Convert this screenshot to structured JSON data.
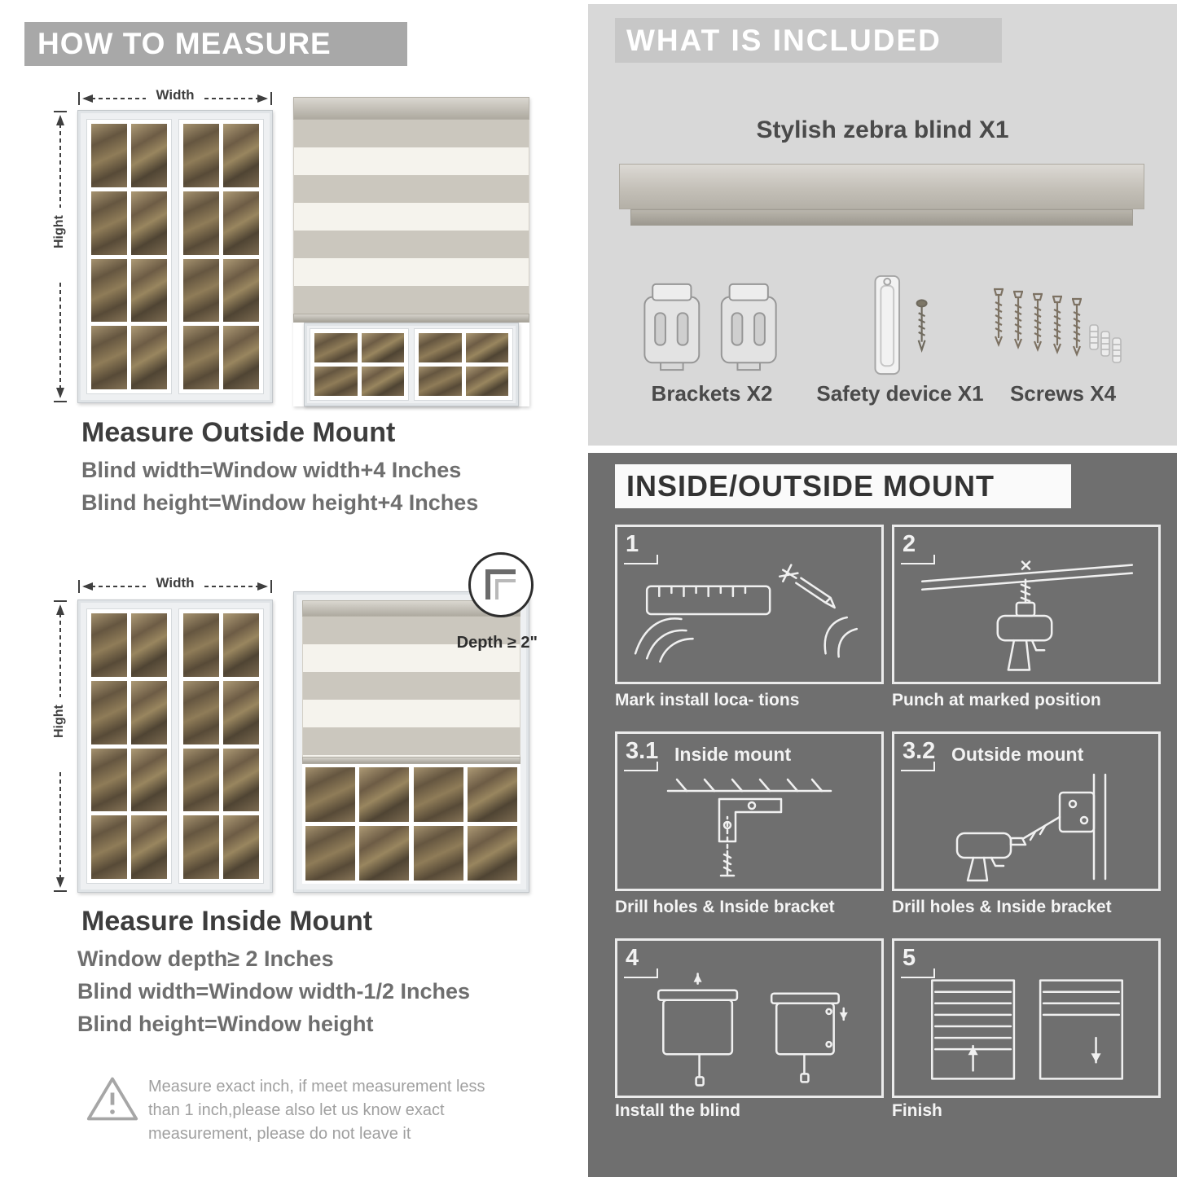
{
  "colors": {
    "banner_gray": "#a8a8a8",
    "panel_light": "#d8d8d8",
    "panel_dark": "#6f6f6f",
    "text_dark": "#3d3d3d",
    "text_gray": "#6e6e6e",
    "stripe_gray": "#cbc7be",
    "stripe_cream": "#f5f3ed"
  },
  "how_to_measure": {
    "banner": "HOW TO MEASURE",
    "outside": {
      "width_label": "Width",
      "height_label": "Hight",
      "heading": "Measure Outside Mount",
      "line1": "Blind width=Window width+4 Inches",
      "line2": "Blind height=Window height+4 Inches"
    },
    "inside": {
      "width_label": "Width",
      "height_label": "Hight",
      "depth_label": "Depth ≥ 2\"",
      "heading": "Measure Inside Mount",
      "line1": "Window depth≥ 2 Inches",
      "line2": "Blind width=Window width-1/2 Inches",
      "line3": "Blind height=Window height"
    },
    "warning_text": "Measure exact inch, if meet measurement less than 1 inch,please also let us know exact measurement, please do not leave it"
  },
  "included": {
    "banner": "WHAT IS INCLUDED",
    "product_title": "Stylish zebra blind X1",
    "items": [
      {
        "label": "Brackets X2"
      },
      {
        "label": "Safety device X1"
      },
      {
        "label": "Screws X4"
      }
    ]
  },
  "mount_guide": {
    "banner": "INSIDE/OUTSIDE MOUNT",
    "steps": [
      {
        "num": "1",
        "title": "",
        "caption": "Mark install loca- tions"
      },
      {
        "num": "2",
        "title": "",
        "caption": "Punch at  marked position"
      },
      {
        "num": "3.1",
        "title": "Inside mount",
        "caption": "Drill holes &  Inside bracket"
      },
      {
        "num": "3.2",
        "title": "Outside mount",
        "caption": "Drill holes &  Inside bracket"
      },
      {
        "num": "4",
        "title": "",
        "caption": "Install the blind"
      },
      {
        "num": "5",
        "title": "",
        "caption": "Finish"
      }
    ]
  }
}
